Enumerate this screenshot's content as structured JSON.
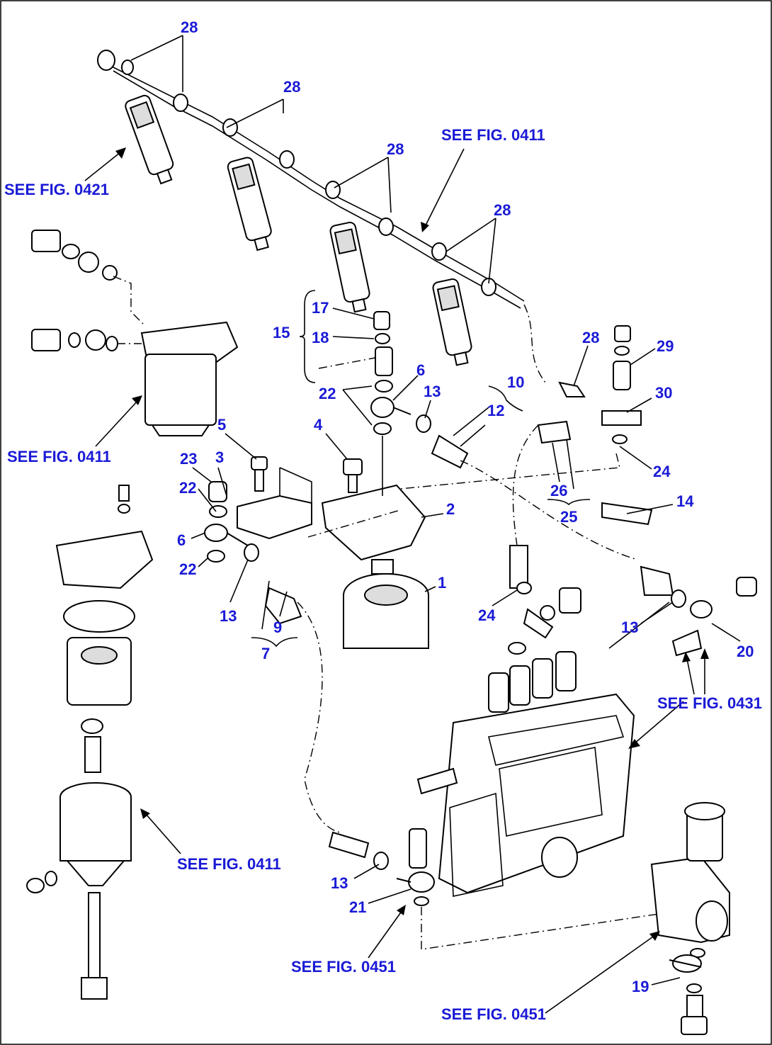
{
  "refs": {
    "fig0421": "SEE FIG. 0421",
    "fig0411_top": "SEE FIG. 0411",
    "fig0411_left": "SEE FIG. 0411",
    "fig0411_bottom": "SEE FIG. 0411",
    "fig0431": "SEE FIG. 0431",
    "fig0451_mid": "SEE FIG. 0451",
    "fig0451_bottom": "SEE FIG. 0451"
  },
  "callouts": {
    "c28a": "28",
    "c28b": "28",
    "c28c": "28",
    "c28d": "28",
    "c28e": "28",
    "c29": "29",
    "c30": "30",
    "c24a": "24",
    "c24b": "24",
    "c26": "26",
    "c25": "25",
    "c14": "14",
    "c17": "17",
    "c18": "18",
    "c15": "15",
    "c22a": "22",
    "c6a": "6",
    "c13a": "13",
    "c10": "10",
    "c12": "12",
    "c4": "4",
    "c2": "2",
    "c1": "1",
    "c5": "5",
    "c3": "3",
    "c23": "23",
    "c22b": "22",
    "c6b": "6",
    "c22c": "22",
    "c13b": "13",
    "c9": "9",
    "c7": "7",
    "c13c": "13",
    "c20": "20",
    "c13d": "13",
    "c21": "21",
    "c19": "19"
  }
}
